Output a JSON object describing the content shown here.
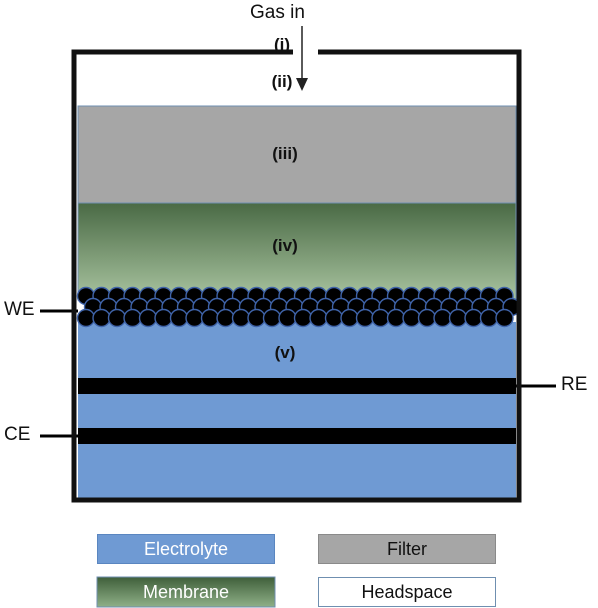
{
  "gas_label": "Gas in",
  "layers": [
    {
      "id": "i",
      "label": "(i)"
    },
    {
      "id": "ii",
      "label": "(ii)"
    },
    {
      "id": "iii",
      "label": "(iii)"
    },
    {
      "id": "iv",
      "label": "(iv)"
    },
    {
      "id": "v",
      "label": "(v)"
    }
  ],
  "electrodes": {
    "we": "WE",
    "re": "RE",
    "ce": "CE"
  },
  "legend": [
    {
      "label": "Electrolyte",
      "color": "#6f9ad3",
      "text_color": "#ffffff"
    },
    {
      "label": "Filter",
      "color": "#a6a6a6",
      "text_color": "#111111"
    },
    {
      "label": "Membrane",
      "color": "#5a7a50",
      "text_color": "#ffffff"
    },
    {
      "label": "Headspace",
      "color": "#ffffff",
      "text_color": "#111111"
    }
  ],
  "colors": {
    "electrolyte": "#6f9ad3",
    "filter": "#a6a6a6",
    "membrane_top": "#4a6a45",
    "membrane_bottom": "#a9c4a0",
    "outline": "#111111"
  }
}
